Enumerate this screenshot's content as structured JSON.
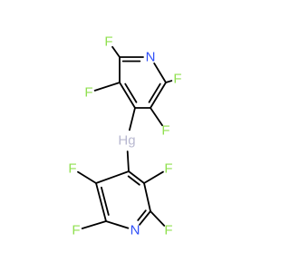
{
  "molecule": {
    "atoms": [
      {
        "id": "a1",
        "element": "C",
        "label": ""
      },
      {
        "id": "a2",
        "element": "N",
        "label": "N"
      },
      {
        "id": "a3",
        "element": "C",
        "label": ""
      },
      {
        "id": "a4",
        "element": "C",
        "label": ""
      },
      {
        "id": "a5",
        "element": "C",
        "label": ""
      },
      {
        "id": "a6",
        "element": "C",
        "label": ""
      },
      {
        "id": "f1",
        "element": "F",
        "label": "F"
      },
      {
        "id": "f2",
        "element": "F",
        "label": "F"
      },
      {
        "id": "f3",
        "element": "F",
        "label": "F"
      },
      {
        "id": "f4",
        "element": "F",
        "label": "F"
      },
      {
        "id": "hg",
        "element": "Hg",
        "label": "Hg"
      },
      {
        "id": "b1",
        "element": "C",
        "label": ""
      },
      {
        "id": "b2",
        "element": "C",
        "label": ""
      },
      {
        "id": "b3",
        "element": "C",
        "label": ""
      },
      {
        "id": "b4",
        "element": "N",
        "label": "N"
      },
      {
        "id": "b5",
        "element": "C",
        "label": ""
      },
      {
        "id": "b6",
        "element": "C",
        "label": ""
      },
      {
        "id": "f5",
        "element": "F",
        "label": "F"
      },
      {
        "id": "f6",
        "element": "F",
        "label": "F"
      },
      {
        "id": "f7",
        "element": "F",
        "label": "F"
      },
      {
        "id": "f8",
        "element": "F",
        "label": "F"
      }
    ],
    "bonds": [
      {
        "a": "a1",
        "b": "a2",
        "order": 2
      },
      {
        "a": "a2",
        "b": "a3",
        "order": 1
      },
      {
        "a": "a3",
        "b": "a4",
        "order": 2
      },
      {
        "a": "a4",
        "b": "a5",
        "order": 1
      },
      {
        "a": "a5",
        "b": "a6",
        "order": 2
      },
      {
        "a": "a6",
        "b": "a1",
        "order": 1
      },
      {
        "a": "a1",
        "b": "f1",
        "order": 1
      },
      {
        "a": "a3",
        "b": "f2",
        "order": 1
      },
      {
        "a": "a4",
        "b": "f3",
        "order": 1
      },
      {
        "a": "a6",
        "b": "f4",
        "order": 1
      },
      {
        "a": "a5",
        "b": "hg",
        "order": 1
      },
      {
        "a": "hg",
        "b": "b1",
        "order": 1
      },
      {
        "a": "b1",
        "b": "b2",
        "order": 2
      },
      {
        "a": "b2",
        "b": "b3",
        "order": 1
      },
      {
        "a": "b3",
        "b": "b4",
        "order": 2
      },
      {
        "a": "b4",
        "b": "b5",
        "order": 1
      },
      {
        "a": "b5",
        "b": "b6",
        "order": 2
      },
      {
        "a": "b6",
        "b": "b1",
        "order": 1
      },
      {
        "a": "b2",
        "b": "f5",
        "order": 1
      },
      {
        "a": "b3",
        "b": "f6",
        "order": 1
      },
      {
        "a": "b5",
        "b": "f7",
        "order": 1
      },
      {
        "a": "b6",
        "b": "f8",
        "order": 1
      }
    ],
    "colors": {
      "bond": "#000000",
      "F": "#90e050",
      "N": "#3050f8",
      "Hg": "#b8b8d0"
    }
  }
}
